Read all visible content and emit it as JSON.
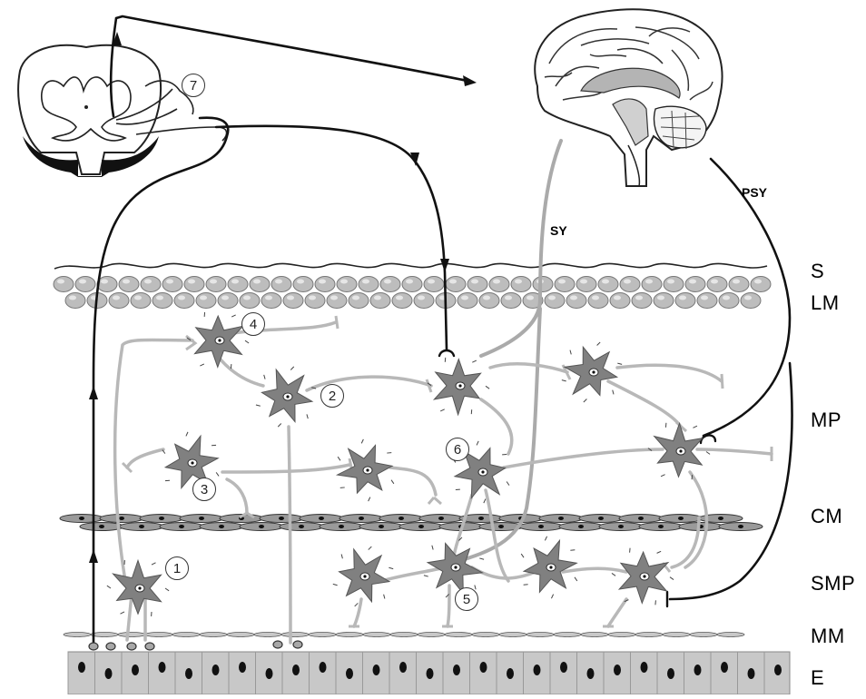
{
  "layer_labels": {
    "s": "S",
    "lm": "LM",
    "mp": "MP",
    "cm": "CM",
    "smp": "SMP",
    "mm": "MM",
    "e": "E"
  },
  "nerve_labels": {
    "sy": "SY",
    "psy": "PSY"
  },
  "neuron_numbers": [
    "1",
    "2",
    "3",
    "4",
    "5",
    "6",
    "7"
  ],
  "colors": {
    "neuron_fill": "#808080",
    "process_gray": "#b4b4b4",
    "cell_gray": "#c8c8c8",
    "extrinsic_black": "#111111"
  }
}
